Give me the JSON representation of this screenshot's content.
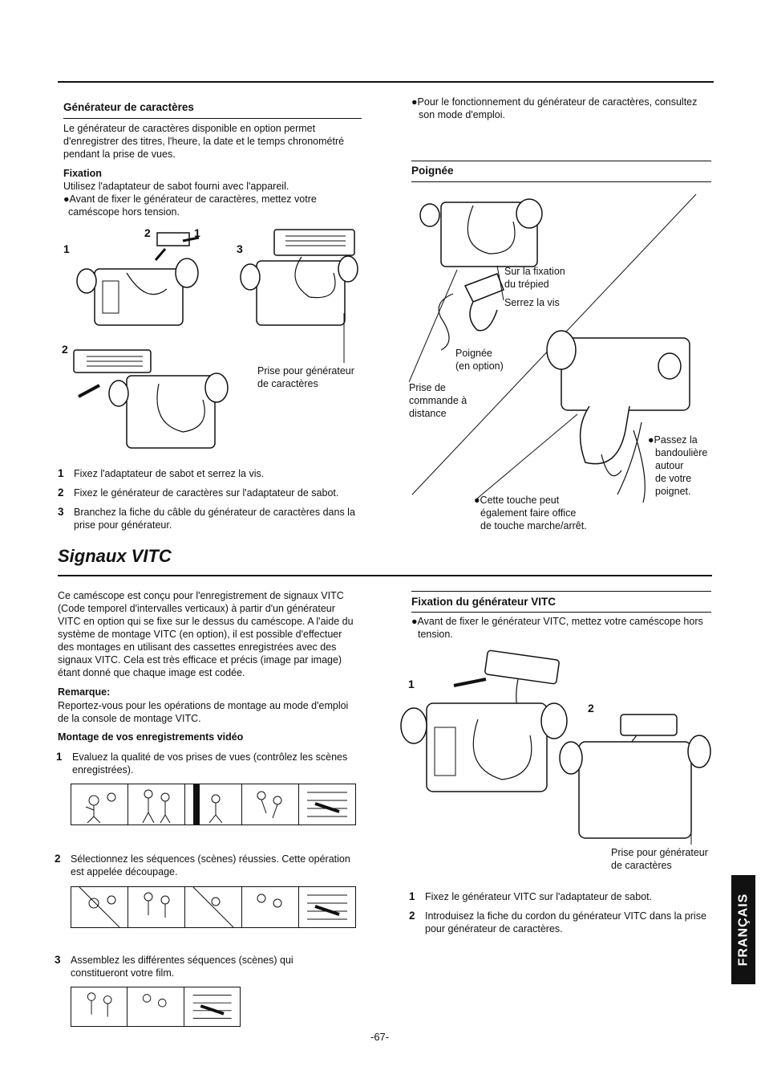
{
  "gen": {
    "title": "Générateur de caractères",
    "intro": [
      "Le générateur de caractères disponible en option permet",
      "d'enregistrer des titres, l'heure, la date et le temps chronométré",
      "pendant la prise de vues."
    ],
    "fixation_title": "Fixation",
    "fixation_line": "Utilisez l'adaptateur de sabot fourni avec l'appareil.",
    "bullet": [
      "●Avant de fixer le générateur de caractères, mettez votre",
      "caméscope hors tension."
    ],
    "fig_labels": {
      "a": "2",
      "b": "1",
      "c": "1",
      "d": "3",
      "e": "2"
    },
    "prise": [
      "Prise pour générateur",
      "de caractères"
    ],
    "steps": [
      {
        "n": "1",
        "lines": [
          "Fixez l'adaptateur de sabot et serrez la vis."
        ]
      },
      {
        "n": "2",
        "lines": [
          "Fixez le générateur de caractères sur l'adaptateur de sabot."
        ]
      },
      {
        "n": "3",
        "lines": [
          "Branchez la fiche du câble du générateur de caractères dans la",
          "prise pour générateur."
        ]
      }
    ]
  },
  "right_top": {
    "bullet": [
      "●Pour le fonctionnement du générateur de caractères, consultez",
      "son mode d'emploi."
    ],
    "poignee_title": "Poignée",
    "labels": {
      "fixation": [
        "Sur la fixation",
        "du trépied"
      ],
      "serrez": "Serrez la vis",
      "poignee": [
        "Poignée",
        "(en option)"
      ],
      "prise": [
        "Prise de",
        "commande à",
        "distance"
      ],
      "passez": [
        "●Passez la",
        "bandoulière",
        "autour",
        "de votre",
        "poignet."
      ],
      "touche": [
        "●Cette touche peut",
        "également faire office",
        "de touche marche/arrêt."
      ]
    }
  },
  "vitc": {
    "title": "Signaux VITC",
    "intro": [
      "Ce caméscope est conçu pour l'enregistrement de signaux VITC",
      "(Code temporel d'intervalles verticaux) à partir d'un générateur",
      "VITC en option qui se fixe sur le dessus du caméscope. A l'aide du",
      "système de montage VITC (en option), il est possible d'effectuer",
      "des montages en utilisant des cassettes enregistrées avec des",
      "signaux VITC. Cela est très efficace et précis (image par image)",
      "étant donné que chaque image est codée."
    ],
    "remarque_title": "Remarque:",
    "remarque": [
      "Reportez-vous pour les opérations de montage au mode d'emploi",
      "de la console de montage VITC."
    ],
    "montage_title": "Montage de vos enregistrements vidéo",
    "steps": [
      {
        "n": "1",
        "lines": [
          "Evaluez la qualité de vos prises de vues (contrôlez les scènes",
          "enregistrées)."
        ]
      },
      {
        "n": "2",
        "lines": [
          "Sélectionnez les séquences (scènes) réussies. Cette opération",
          "est appelée découpage."
        ]
      },
      {
        "n": "3",
        "lines": [
          "Assemblez les différentes séquences (scènes) qui",
          "constitueront votre film."
        ]
      }
    ],
    "fix_title": "Fixation du générateur VITC",
    "fix_bullet": [
      "●Avant de fixer le générateur VITC, mettez votre caméscope hors",
      "tension."
    ],
    "fig_labels": {
      "a": "1",
      "b": "2"
    },
    "prise": [
      "Prise pour générateur",
      "de caractères"
    ],
    "fix_steps": [
      {
        "n": "1",
        "lines": [
          "Fixez le générateur VITC sur l'adaptateur de sabot."
        ]
      },
      {
        "n": "2",
        "lines": [
          "Introduisez la fiche du cordon du générateur VITC dans la prise",
          "pour générateur de caractères."
        ]
      }
    ]
  },
  "page_number": "-67-",
  "side_tab": "FRANÇAIS"
}
